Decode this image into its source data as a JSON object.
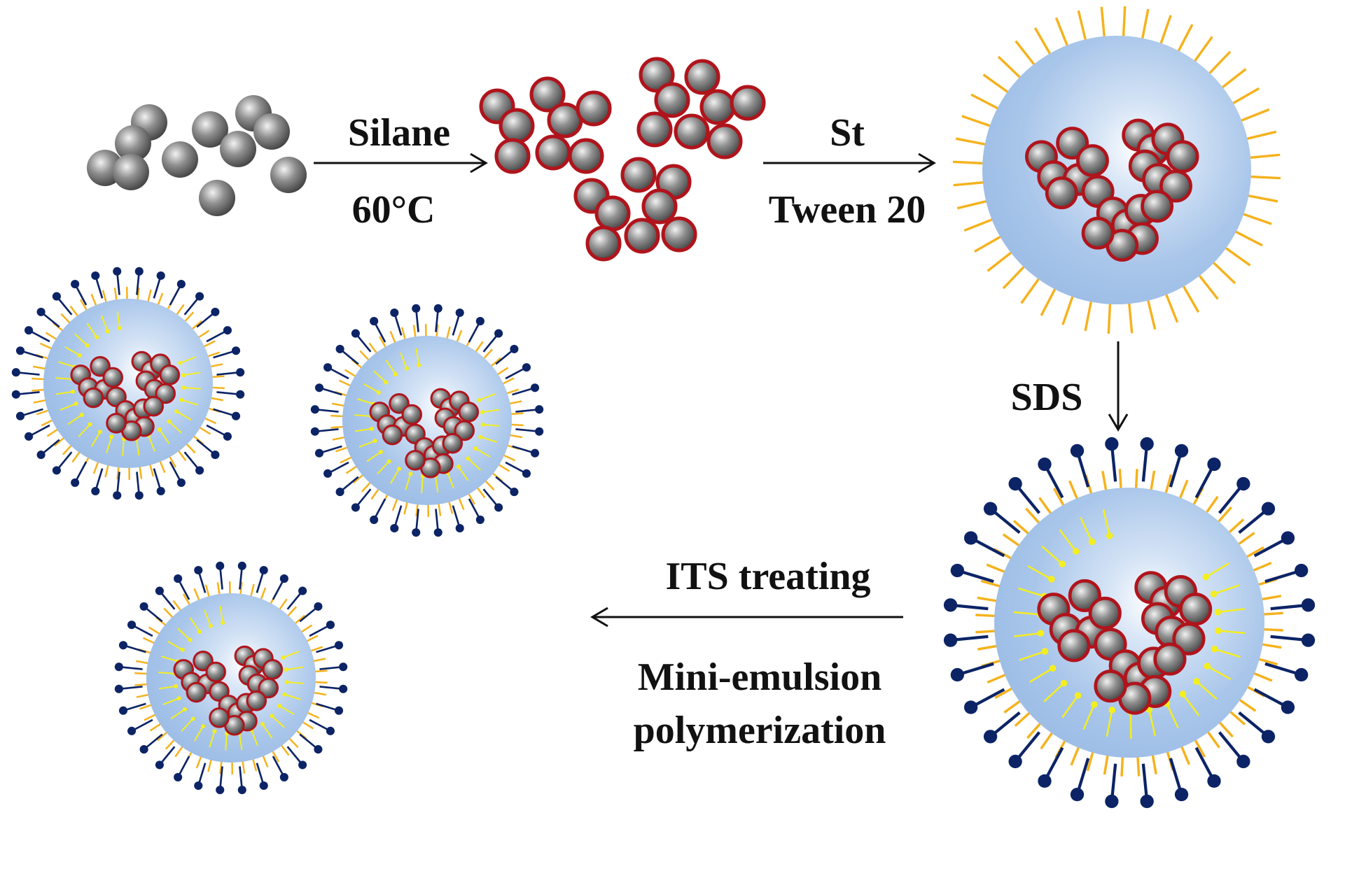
{
  "labels": {
    "step1_top": "Silane",
    "step1_bottom": "60°C",
    "step2_top": "St",
    "step2_bottom": "Tween 20",
    "step3": "SDS",
    "step4_top": "ITS treating",
    "step4_bottom_line1": "Mini-emulsion",
    "step4_bottom_line2": "polymerization"
  },
  "colors": {
    "particle_gray": "#8a8a8a",
    "shell_red": "#b0141c",
    "droplet_blue": "#a9c6ea",
    "tween_orange": "#f5b21d",
    "sds_navy": "#0c2466",
    "inner_yellow": "#f4ee20"
  }
}
